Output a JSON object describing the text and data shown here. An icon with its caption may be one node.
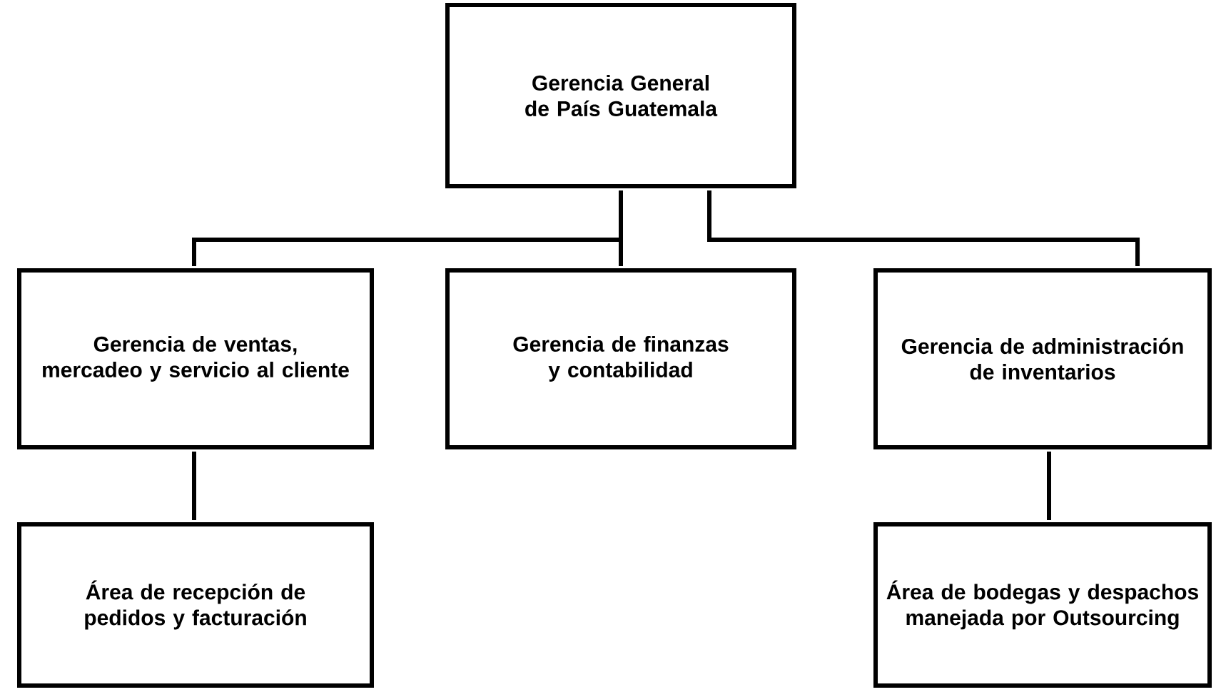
{
  "diagram": {
    "nodes": [
      {
        "text": [
          "Gerencia General de País Guatemala"
        ]
      },
      {
        "text": [
          "Gerencia de ventas, mercadeo y servicio al cliente"
        ]
      },
      {
        "text": [
          "Gerencia de finanzas y contabilidad"
        ]
      },
      {
        "text": [
          "Gerencia de administración de inventarios"
        ]
      },
      {
        "text": [
          "Área de recepción de pedidos y facturación"
        ]
      },
      {
        "text": [
          "Área de bodegas y despachos manejada por Outsourcing"
        ]
      }
    ],
    "edges": [
      {
        "from": 0,
        "to": 1,
        "arrow": "none"
      },
      {
        "from": 0,
        "to": 2,
        "arrow": "none"
      },
      {
        "from": 0,
        "to": 3,
        "arrow": "none"
      },
      {
        "from": 1,
        "to": 4,
        "arrow": "none"
      },
      {
        "from": 3,
        "to": 5,
        "arrow": "none"
      }
    ]
  }
}
